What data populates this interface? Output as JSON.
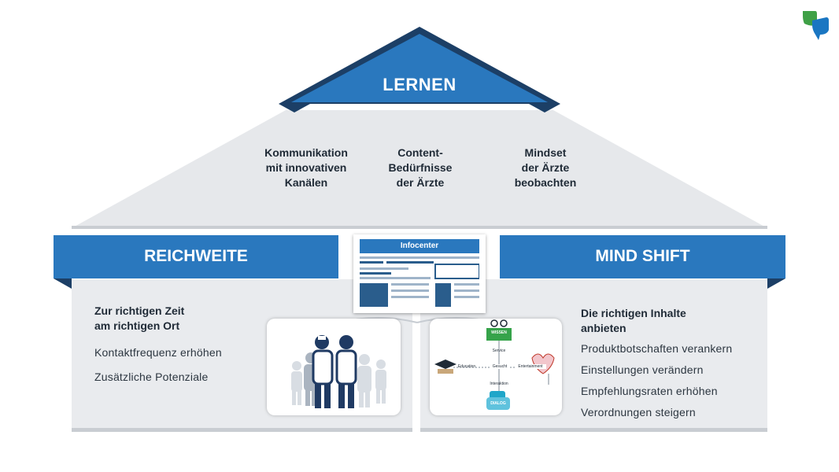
{
  "roof": {
    "title": "LERNEN"
  },
  "pillars": [
    {
      "text": "Kommunikation\nmit innovativen\nKanälen"
    },
    {
      "text": "Content-\nBedürfnisse\nder Ärzte"
    },
    {
      "text": "Mindset\nder Ärzte\nbeobachten"
    }
  ],
  "left_panel": {
    "banner": "REICHWEITE",
    "heading": "Zur richtigen Zeit\nam richtigen Ort",
    "items": [
      "Kontaktfrequenz  erhöhen",
      "Zusätzliche  Potenziale"
    ]
  },
  "right_panel": {
    "banner": "MIND SHIFT",
    "heading": "Die richtigen Inhalte\nanbieten",
    "items": [
      "Produktbotschaften verankern",
      "Einstellungen verändern",
      "Empfehlungsraten  erhöhen",
      "Verordnungen steigern"
    ]
  },
  "infocenter": {
    "title": "Infocenter"
  },
  "network": {
    "nodes": [
      "WISSEN",
      "Service",
      "Education",
      "Gesucht",
      "Entertainment",
      "Interaktion",
      "DIALOG"
    ]
  },
  "colors": {
    "brand_blue": "#2a78be",
    "dark_blue": "#1c3f66",
    "panel_gray": "#e9ebee",
    "logo_green": "#3fa046",
    "logo_blue": "#1a76c2"
  }
}
